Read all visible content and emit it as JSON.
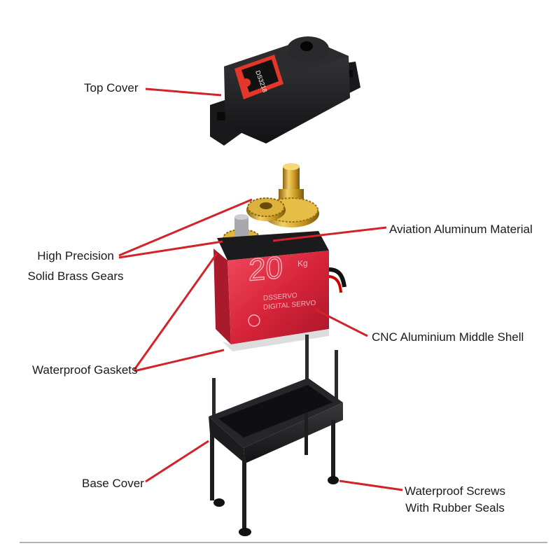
{
  "labels": {
    "top_cover": "Top Cover",
    "gears_line1": "High Precision",
    "gears_line2": "Solid Brass Gears",
    "aviation": "Aviation Aluminum Material",
    "cnc": "CNC Aluminium Middle Shell",
    "gaskets": "Waterproof Gaskets",
    "base": "Base Cover",
    "screws_line1": "Waterproof Screws",
    "screws_line2": "With Rubber Seals"
  },
  "product_marks": {
    "model": "DS3218",
    "load_number": "20",
    "load_unit": "Kg",
    "brand": "DSSERVO",
    "type": "DIGITAL SERVO"
  },
  "colors": {
    "leader": "#d2232a",
    "body_red": "#d8243a",
    "plastic": "#1d1d1f",
    "brass": "#d4a62a"
  }
}
